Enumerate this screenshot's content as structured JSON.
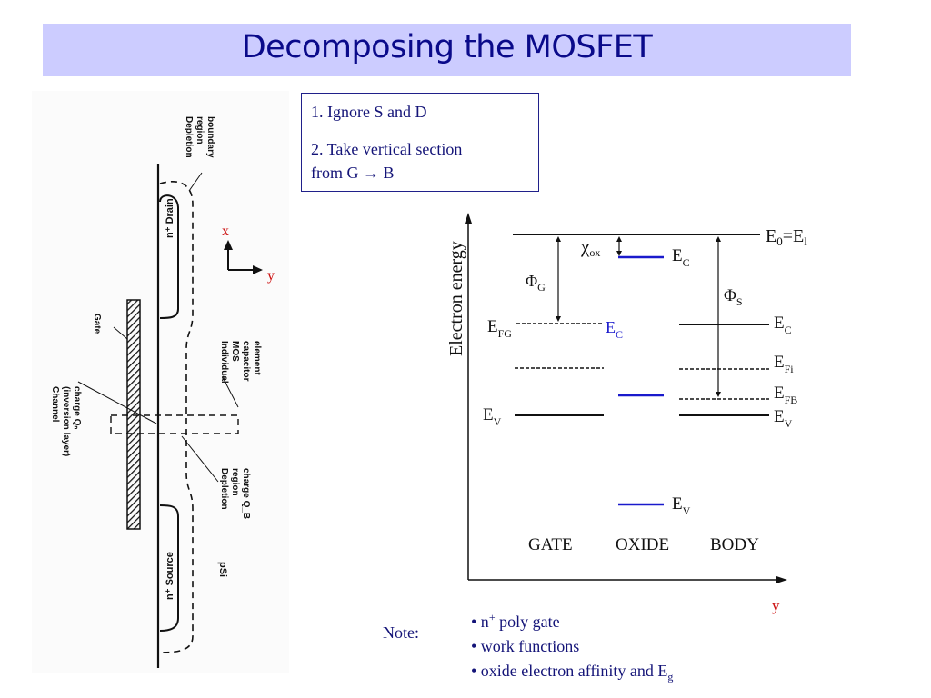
{
  "title": "Decomposing the MOSFET",
  "steps": [
    "1. Ignore S and D",
    "2. Take vertical section",
    "from G → B"
  ],
  "note_label": "Note:",
  "bullets": [
    {
      "prefix": "• n",
      "sup": "+",
      "rest": " poly gate"
    },
    {
      "prefix": "• work functions",
      "sup": "",
      "rest": ""
    },
    {
      "prefix": "• oxide electron affinity and E",
      "sub": "g"
    }
  ],
  "cross_section": {
    "axis_x": "x",
    "axis_y": "y",
    "labels": {
      "depletion_boundary": [
        "Depletion",
        "region",
        "boundary"
      ],
      "drain": "n⁺ Drain",
      "gate": "Gate",
      "mos_element": [
        "Individual",
        "MOS",
        "capacitor",
        "element"
      ],
      "channel": [
        "Channel",
        "(inversion layer)",
        "charge Qₙ"
      ],
      "depletion_charge": [
        "Depletion",
        "region",
        "charge Q_B"
      ],
      "source": "n⁺ Source",
      "psi": "pSi"
    }
  },
  "band_diagram": {
    "ylabel": "Electron energy",
    "xlabel": "y",
    "regions": [
      "GATE",
      "OXIDE",
      "BODY"
    ],
    "vacuum": {
      "main": "E",
      "sub": "0",
      "mid": "=E",
      "sub2": "l"
    },
    "chi_ox": {
      "main": "χ",
      "sub": "ox"
    },
    "phi_g": {
      "main": "Φ",
      "sub": "G"
    },
    "phi_s": {
      "main": "Φ",
      "sub": "S"
    },
    "oxide_ec": {
      "main": "E",
      "sub": "C"
    },
    "oxide_ev": {
      "main": "E",
      "sub": "V"
    },
    "gate_efg": {
      "main": "E",
      "sub": "FG"
    },
    "gate_ec": {
      "main": "E",
      "sub": "C"
    },
    "gate_ev": {
      "main": "E",
      "sub": "V"
    },
    "body_ec": {
      "main": "E",
      "sub": "C"
    },
    "body_efi": {
      "main": "E",
      "sub": "Fi"
    },
    "body_efb": {
      "main": "E",
      "sub": "FB"
    },
    "body_ev": {
      "main": "E",
      "sub": "V"
    }
  },
  "colors": {
    "title": "#0a0a8a",
    "title_bg": "#ccccff",
    "oxide_band": "#1a1acc",
    "axis_label_red": "#cc1111",
    "text_blue": "#141478"
  }
}
